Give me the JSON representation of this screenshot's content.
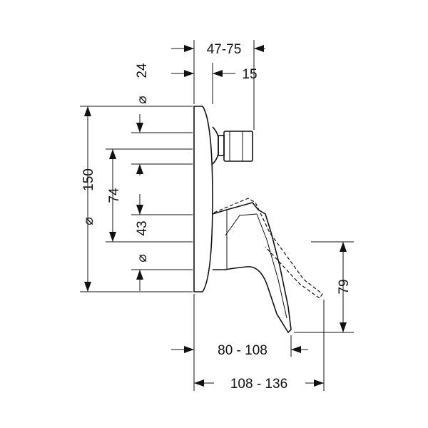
{
  "dimensions": {
    "projection_range": "47-75",
    "plate_depth": "15",
    "cartridge_diameter": "24",
    "plate_diameter": "150",
    "axis_offset": "74",
    "spout_diameter": "43",
    "handle_height": "79",
    "spout_reach": "80 - 108",
    "total_reach": "108 - 136"
  },
  "symbols": {
    "diameter": "⌀"
  }
}
